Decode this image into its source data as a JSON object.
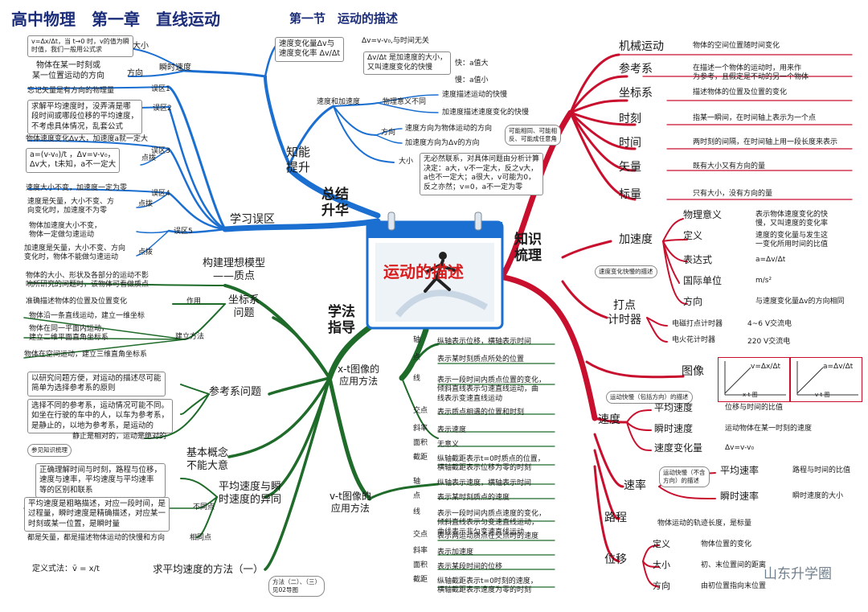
{
  "header": {
    "title": "高中物理　第一章　直线运动",
    "section": "第一节　运动的描述"
  },
  "center": {
    "label": "运动的描述"
  },
  "hubs": {
    "summary": "总结\n升华",
    "knowledge": "知识\n梳理",
    "method": "学法\n指导"
  },
  "summary": {
    "zhineng": "知能\n提升",
    "wuqu": "学习误区",
    "shunshi": "瞬时速度",
    "daxiao": "大小",
    "fangxiang": "方向",
    "daxiao_box": "v=Δx/Δt，当 t→0 时，v的值为瞬\n时值，我们一般用公式求",
    "fangxiang_box": "物体在某一时刻或\n某一位置运动的方向",
    "bianhua_box": "速度变化量Δv与\n速度变化率 Δv/Δt",
    "bianhua_r1": "Δv=v-v₀,与时间无关",
    "bianhua_r2": "Δv/Δt 是加速度的大小，\n又叫速度变化的快慢",
    "kuai": "快：a值大",
    "man": "慢：a值小",
    "sudujiasudu": "速度和加速度",
    "wuli_yiyi": "物理意义不同",
    "yiyi_1": "速度描述运动的快慢",
    "yiyi_2": "加速度描述速度变化的快慢",
    "fx": "方向",
    "fx_1": "速度方向为物体运动的方向",
    "fx_2": "加速度方向为Δv的方向",
    "fx_note": "可能相同、可能相\n反、可能成任意角",
    "dx": "大小",
    "dx_box": "无必然联系，对具体问题由分析计算\n决定：a大，v不一定大，反之v大，\na也不一定大；a很大，v可能为0，\n反之亦然；v=0，a不一定为零",
    "wq1": "误区1",
    "wq1_txt": "忘记矢量是有方向的物理量",
    "wq2": "误区2",
    "wq2_box": "求解平均速度时，没弄清是哪\n段时间或哪段位移的平均速度，\n不考虑具体情况，乱套公式",
    "wq3": "误区3",
    "wq3_txt": "物体速度变化Δv大，加速度a就一定大",
    "wq3_box": "a=(v-v₀)/t ，Δv=v-v₀，\nΔv大，t未知，a不一定大",
    "dianbo": "点拨",
    "wq4": "误区4",
    "wq4_txt": "速度大小不变，加速度一定为零",
    "wq4_box": "速度是矢量，大小不变、方\n向变化时，加速度不为零",
    "wq5": "误区5",
    "wq5_box": "物体加速度大小不变，\n物体一定做匀速运动",
    "wq5_box2": "加速度是矢量，大小不变、方向\n变化时，物体不能做匀速运动"
  },
  "knowledge": {
    "items": [
      {
        "k": "机械运动",
        "v": "物体的空间位置随时间变化"
      },
      {
        "k": "参考系",
        "v": "在描述一个物体的运动时，用来作\n为参考，且假定是不动的另一个物体"
      },
      {
        "k": "坐标系",
        "v": "描述物体的位置及位置的变化"
      },
      {
        "k": "时刻",
        "v": "指某一瞬间，在时间轴上表示为一个点"
      },
      {
        "k": "时间",
        "v": "两时刻的间隔，在时间轴上用一段长度来表示"
      },
      {
        "k": "矢量",
        "v": "既有大小又有方向的量"
      },
      {
        "k": "标量",
        "v": "只有大小，没有方向的量"
      }
    ],
    "jiasudu": "加速度",
    "jsd_note": "速度变化快慢的描述",
    "jsd_items": [
      {
        "k": "物理意义",
        "v": "表示物体速度变化的快\n慢，又叫速度的变化率"
      },
      {
        "k": "定义",
        "v": "速度的变化量与发生这\n一变化所用时间的比值"
      },
      {
        "k": "表达式",
        "v": "a=Δv/Δt"
      },
      {
        "k": "国际单位",
        "v": "m/s²"
      },
      {
        "k": "方向",
        "v": "与速度变化量Δv的方向相同"
      }
    ],
    "dadian": "打点\n计时器",
    "dd_1": "电磁打点计时器",
    "dd_1v": "4~6 V交流电",
    "dd_2": "电火花计时器",
    "dd_2v": "220 V交流电",
    "tuxiang": "图像",
    "tx_note": "运动快慢（包括方向）的描述",
    "tx_1": "v=Δx/Δt",
    "tx_1c": "x-t 图",
    "tx_2": "a=Δv/Δt",
    "tx_2c": "v-t 图",
    "sudu": "速度",
    "sd_items": [
      {
        "k": "平均速度",
        "v": "位移与时间的比值"
      },
      {
        "k": "瞬时速度",
        "v": "运动物体在某一时刻的速度"
      },
      {
        "k": "速度变化量",
        "v": "Δv=v-v₀"
      }
    ],
    "sulv": "速率",
    "sl_note": "运动快慢（不含\n方向）的描述",
    "sl_items": [
      {
        "k": "平均速率",
        "v": "路程与时间的比值"
      },
      {
        "k": "瞬时速率",
        "v": "瞬时速度的大小"
      }
    ],
    "lucheng": "路程",
    "lc_v": "物体运动的轨迹长度，是标量",
    "weiyi": "位移",
    "wy_items": [
      {
        "k": "定义",
        "v": "物体位置的变化"
      },
      {
        "k": "大小",
        "v": "初、末位置间的距离"
      },
      {
        "k": "方向",
        "v": "由初位置指向末位置"
      }
    ],
    "watermark": "山东升学圈"
  },
  "method": {
    "moxing": "构建理想模型\n——质点",
    "moxing_box": "物体的大小、形状及各部分的运动不影\n响所研究的问题时，该物体可看做质点",
    "zuobiao": "坐标系\n问题",
    "zuoyong": "作用",
    "zuoyong_v": "准确描述物体的位置及位置变化",
    "jianli": "建立方法",
    "jl_1": "物体沿一条直线运动，建立一维坐标",
    "jl_2": "物体在同一平面内运动，\n建立二维平面直角坐标系",
    "jl_3": "物体在空间运动，建立三维直角坐标系",
    "cankao": "参考系问题",
    "ck_1": "以研究问题方便，对运动的描述尽可能\n简单为选择参考系的原则",
    "ck_2": "选择不同的参考系，运动情况可能不同。\n如坐在行驶的车中的人，以车为参考系，\n是静止的，以地为参考系，是运动的",
    "ck_3": "静止是相对的，运动是绝对的",
    "jiben": "基本概念\n不能大意",
    "jb_note": "参见知识梳理",
    "pingjun": "平均速度与瞬\n时速度的异同",
    "pj_box": "正确理解时间与时刻，路程与位移，\n速度与速率，平均速度与平均速率\n等的区别和联系",
    "butong": "不同点",
    "bt_box": "平均速度是粗略描述，对应一段时间，是\n过程量，瞬时速度是精确描述，对应某一\n时刻或某一位置，是瞬时量",
    "xiangtong": "相同点",
    "xt_v": "都是矢量，都是描述物体运动的快慢和方向",
    "qiu": "求平均速度的方法（一）",
    "qiu_def": "定义式法：v̄ = x/t",
    "qiu_note": "方法（二）、（三）\n见02导图",
    "xt": "x-t图像的\n应用方法",
    "xt_items": [
      {
        "k": "轴",
        "v": "纵轴表示位移，横轴表示时间"
      },
      {
        "k": "点",
        "v": "表示某时刻质点所处的位置"
      },
      {
        "k": "线",
        "v": "表示一段时间内质点位置的变化，\n倾斜直线表示匀速直线运动，曲\n线表示变速直线运动"
      },
      {
        "k": "交点",
        "v": "表示质点相遇的位置和时刻"
      },
      {
        "k": "斜率",
        "v": "表示速度"
      },
      {
        "k": "面积",
        "v": "无意义"
      },
      {
        "k": "截距",
        "v": "纵轴截距表示t=0时质点的位置，\n横轴截距表示位移为零的时刻"
      }
    ],
    "vt": "v-t图像的\n应用方法",
    "vt_items": [
      {
        "k": "轴",
        "v": "纵轴表示速度，横轴表示时间"
      },
      {
        "k": "点",
        "v": "表示某时刻质点的速度"
      },
      {
        "k": "线",
        "v": "表示一段时间内质点速度的变化，\n倾斜直线表示匀变速直线运动，\n曲线表示非匀变速直线运动"
      },
      {
        "k": "交点",
        "v": "表示两运动质点在交点时的速度"
      },
      {
        "k": "斜率",
        "v": "表示加速度"
      },
      {
        "k": "面积",
        "v": "表示某段时间的位移"
      },
      {
        "k": "截距",
        "v": "纵轴截距表示t=0时刻的速度，\n横轴截距表示速度为零的时刻"
      }
    ]
  },
  "colors": {
    "blue": "#1b6fd1",
    "red": "#c8102e",
    "green": "#1e6b2a",
    "title": "#1b2d7a"
  }
}
